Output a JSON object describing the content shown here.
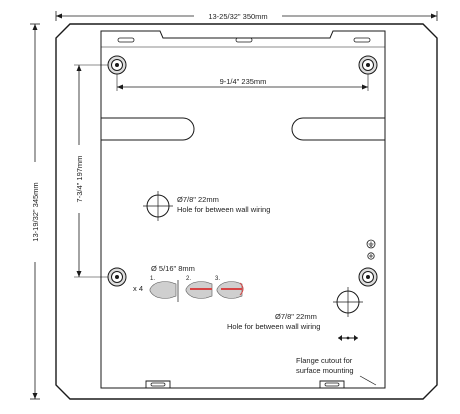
{
  "dimensions": {
    "width": "13-25/32\"  350mm",
    "height": "13-19/32\"  345mm",
    "hole_spacing_horizontal": "9-1/4\"  235mm",
    "hole_spacing_vertical": "7-3/4\"  197mm"
  },
  "annotations": {
    "hole_upper_size": "Ø7/8\" 22mm",
    "hole_upper_note": "Hole for between wall wiring",
    "hole_lower_size": "Ø7/8\" 22mm",
    "hole_lower_note": "Hole for between wall wiring",
    "screw_size": "Ø 5/16\" 8mm",
    "screw_count": "x 4",
    "flange_note_line1": "Flange cutout for",
    "flange_note_line2": "surface mounting"
  },
  "anchor_steps": [
    "1.",
    "2.",
    "3."
  ],
  "colors": {
    "line": "#1a1a1a",
    "anchor_fill": "#cfcfcf",
    "anchor_highlight": "#d64545",
    "background": "#ffffff"
  }
}
